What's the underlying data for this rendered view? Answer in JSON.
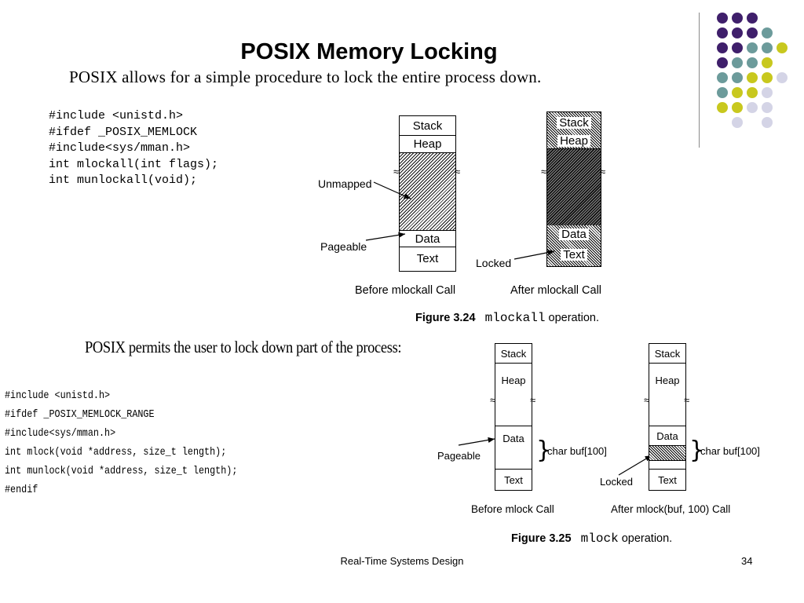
{
  "slide": {
    "title": "POSIX Memory Locking",
    "intro_top": "POSIX allows for a simple procedure to lock the entire process down.",
    "intro_bottom": "POSIX permits the user to lock down part of the process:",
    "code_top": [
      "#include <unistd.h>",
      "#ifdef _POSIX_MEMLOCK",
      "#include<sys/mman.h>",
      "int mlockall(int flags);",
      "int munlockall(void);"
    ],
    "code_bottom": [
      "#include <unistd.h>",
      "#ifdef _POSIX_MEMLOCK_RANGE",
      "#include<sys/mman.h>",
      "int mlock(void *address, size_t length);",
      "int munlock(void *address, size_t length);",
      "#endif"
    ],
    "footer_text": "Real-Time Systems Design",
    "page_number": "34"
  },
  "fig24": {
    "labels": {
      "unmapped": "Unmapped",
      "pageable": "Pageable",
      "locked": "Locked"
    },
    "segments": {
      "stack": "Stack",
      "heap": "Heap",
      "data": "Data",
      "text": "Text"
    },
    "caption_before": "Before mlockall Call",
    "caption_after": "After mlockall Call",
    "figure_label": "Figure 3.24",
    "figure_func": "mlockall",
    "figure_suffix": "operation."
  },
  "fig25": {
    "labels": {
      "pageable": "Pageable",
      "locked": "Locked",
      "buf": "char buf[100]"
    },
    "segments": {
      "stack": "Stack",
      "heap": "Heap",
      "data": "Data",
      "text": "Text"
    },
    "caption_before": "Before mlock Call",
    "caption_after": "After mlock(buf, 100) Call",
    "figure_label": "Figure 3.25",
    "figure_func": "mlock",
    "figure_suffix": "operation."
  },
  "decor": {
    "dot_colors": {
      "purple": "#3f1f6b",
      "teal": "#6c9b9b",
      "yellow": "#c8c81e",
      "lavender": "#d4d4e6"
    }
  }
}
